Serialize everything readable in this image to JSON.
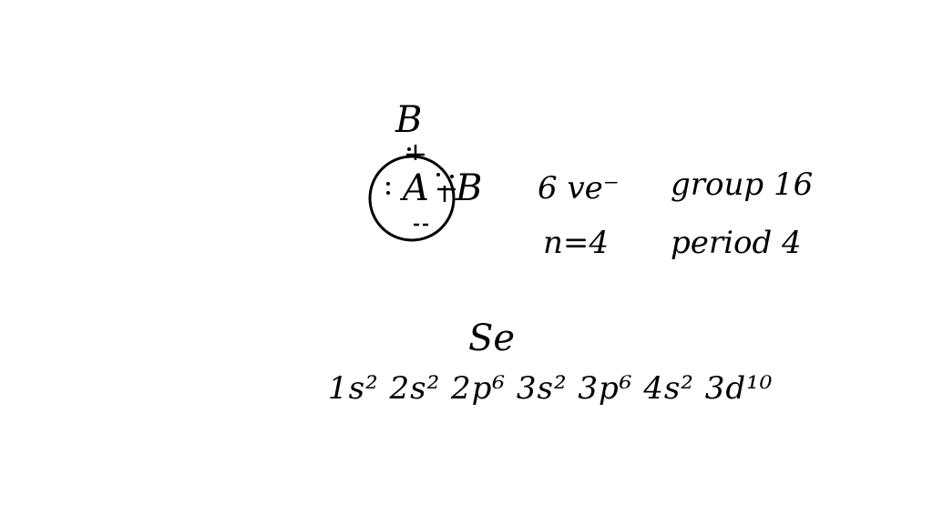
{
  "lewis": {
    "top_atom": "B",
    "center_atom": "A",
    "right_atom": "B"
  },
  "notes": {
    "valence": "6 ve⁻",
    "group": "group 16",
    "shell": "n=4",
    "period": "period 4"
  },
  "element": {
    "symbol": "Se",
    "configuration": "1s² 2s² 2p⁶ 3s² 3p⁶ 4s² 3d¹⁰"
  }
}
